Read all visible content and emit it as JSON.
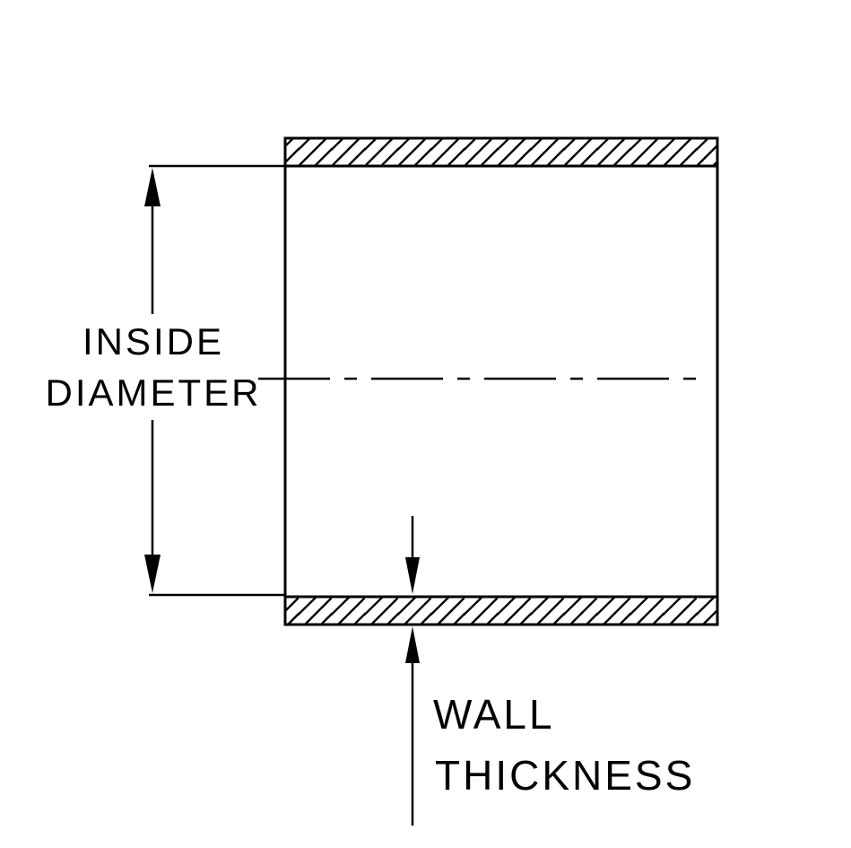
{
  "diagram": {
    "type": "technical-drawing",
    "subject": "tube-cross-section",
    "labels": {
      "inside_diameter_line1": "INSIDE",
      "inside_diameter_line2": "DIAMETER",
      "wall_thickness_line1": "WALL",
      "wall_thickness_line2": "THICKNESS"
    },
    "colors": {
      "line": "#000000",
      "background": "#ffffff"
    }
  }
}
